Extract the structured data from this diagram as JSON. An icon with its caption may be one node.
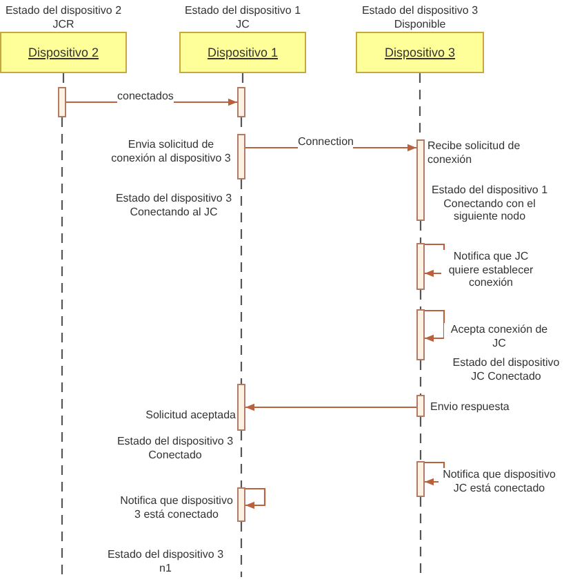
{
  "diagram": {
    "nodes": [
      {
        "text": [
          "Dispositivo 2"
        ],
        "beside": [
          "Estado del dispositivo 2 JCR"
        ]
      },
      {
        "text": [
          "Dispositivo 1"
        ],
        "beside": [
          "Estado del dispositivo 1 JC"
        ]
      },
      {
        "text": [
          "Dispositivo 3"
        ],
        "beside": [
          "Estado del dispositivo 3 Disponible"
        ]
      },
      {
        "text": [],
        "shape": "bar"
      },
      {
        "text": [],
        "shape": "bar"
      },
      {
        "text": [],
        "shape": "bar",
        "beside": [
          "Envia solicitud de conexión al dispositivo 3"
        ]
      },
      {
        "text": [],
        "shape": "bar",
        "beside": [
          "Recibe solicitud de conexión"
        ]
      },
      {
        "text": [],
        "shape": "bar"
      },
      {
        "text": [],
        "shape": "bar"
      },
      {
        "text": [],
        "shape": "bar",
        "beside": [
          "Solicitud aceptada"
        ]
      },
      {
        "text": [],
        "shape": "bar",
        "beside": [
          "Envio respuesta"
        ]
      },
      {
        "text": [],
        "shape": "bar"
      },
      {
        "text": [],
        "shape": "bar"
      }
    ],
    "edges": [
      {
        "from": 0,
        "to": 3,
        "arrow": "none",
        "style": "dashed"
      },
      {
        "from": 3,
        "to": null,
        "arrow": "none",
        "style": "dashed"
      },
      {
        "from": 1,
        "to": 4,
        "arrow": "none",
        "style": "dashed"
      },
      {
        "from": 4,
        "to": 5,
        "arrow": "none",
        "style": "dashed"
      },
      {
        "from": 5,
        "to": 9,
        "arrow": "none",
        "style": "dashed"
      },
      {
        "from": 9,
        "to": 12,
        "arrow": "none",
        "style": "dashed"
      },
      {
        "from": 12,
        "to": null,
        "arrow": "none",
        "style": "dashed"
      },
      {
        "from": 2,
        "to": 6,
        "arrow": "none",
        "style": "dashed"
      },
      {
        "from": 6,
        "to": 7,
        "arrow": "none",
        "style": "dashed"
      },
      {
        "from": 7,
        "to": 8,
        "arrow": "none",
        "style": "dashed"
      },
      {
        "from": 8,
        "to": 10,
        "arrow": "none",
        "style": "dashed"
      },
      {
        "from": 10,
        "to": 11,
        "arrow": "none",
        "style": "dashed"
      },
      {
        "from": 11,
        "to": null,
        "arrow": "none",
        "style": "dashed"
      },
      {
        "from": 3,
        "to": 4,
        "arrow": "to",
        "label": "conectados",
        "color": "#b9603c"
      },
      {
        "from": 5,
        "to": 6,
        "arrow": "to",
        "label": "Connection",
        "color": "#b9603c"
      },
      {
        "from": 7,
        "to": 7,
        "arrow": "to",
        "label": "Notifica que JC quiere establecer conexión",
        "color": "#b9603c"
      },
      {
        "from": 8,
        "to": 8,
        "arrow": "to",
        "label": "Acepta conexión de JC",
        "color": "#b9603c"
      },
      {
        "from": 10,
        "to": 9,
        "arrow": "to",
        "color": "#b9603c"
      },
      {
        "from": 11,
        "to": 11,
        "arrow": "to",
        "label": "Notifica que dispositivo JC está conectado",
        "color": "#b9603c"
      },
      {
        "from": 12,
        "to": 12,
        "arrow": "to",
        "label": "Notifica que dispositivo 3 está conectado",
        "color": "#b9603c"
      }
    ],
    "labels": [
      "Estado del dispositivo 3 Conectando al JC",
      "Estado del dispositivo 1 Conectando con el siguiente nodo",
      "Estado del dispositivo JC Conectado",
      "Estado del dispositivo 3 Conectado",
      "Estado del dispositivo 3 n1"
    ]
  }
}
